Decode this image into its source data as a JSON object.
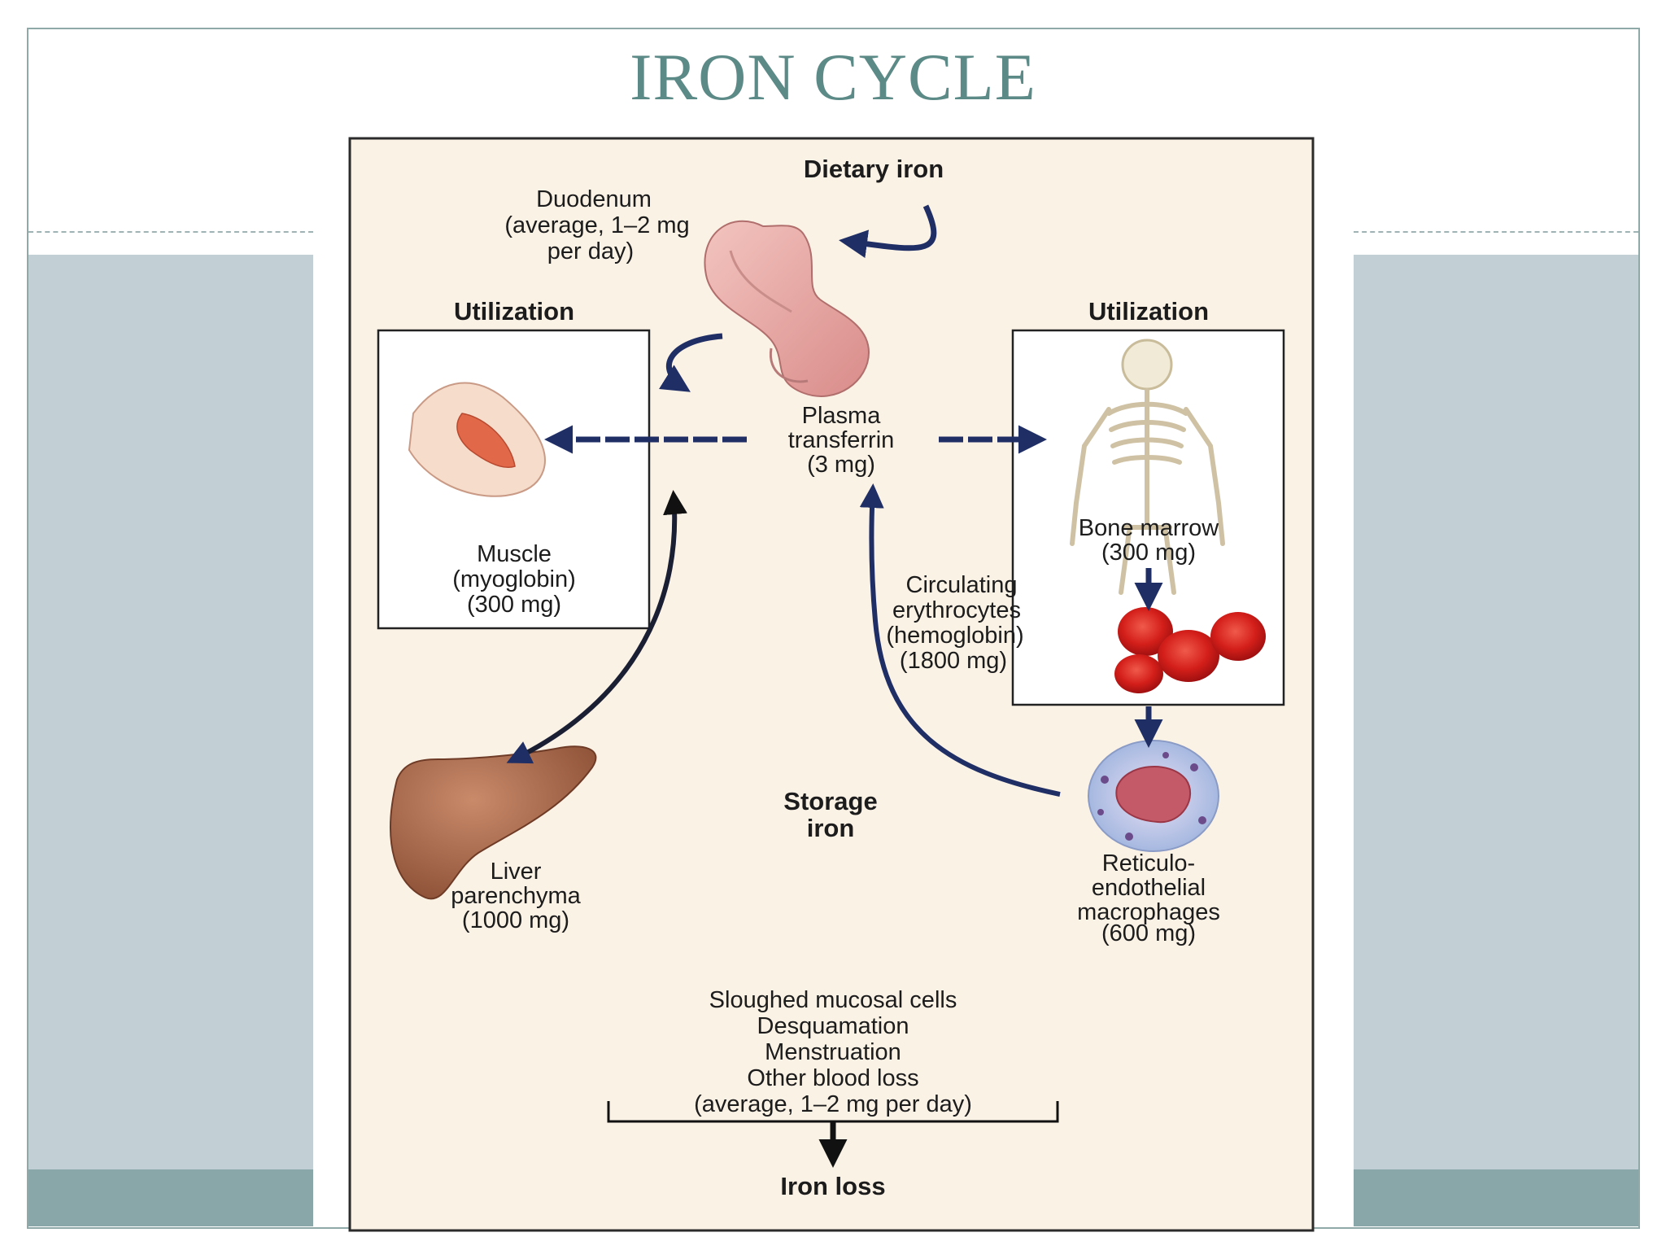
{
  "slide": {
    "title": "IRON CYCLE"
  },
  "diagram": {
    "dietary_iron": "Dietary iron",
    "duodenum": [
      "Duodenum",
      "(average, 1–2 mg",
      "per day)"
    ],
    "utilization_left": "Utilization",
    "utilization_right": "Utilization",
    "plasma_transferrin": [
      "Plasma",
      "transferrin",
      "(3 mg)"
    ],
    "muscle": [
      "Muscle",
      "(myoglobin)",
      "(300 mg)"
    ],
    "bone_marrow": [
      "Bone marrow",
      "(300 mg)"
    ],
    "circulating_erythrocytes": [
      "Circulating",
      "erythrocytes",
      "(hemoglobin)",
      "(1800 mg)"
    ],
    "storage_iron": [
      "Storage",
      "iron"
    ],
    "liver": [
      "Liver",
      "parenchyma",
      "(1000 mg)"
    ],
    "macrophages": [
      "Reticulo-",
      "endothelial",
      "macrophages",
      "(600 mg)"
    ],
    "losses": [
      "Sloughed mucosal cells",
      "Desquamation",
      "Menstruation",
      "Other blood loss",
      "(average, 1–2 mg per day)"
    ],
    "iron_loss": "Iron loss"
  },
  "colors": {
    "title": "#5c8a87",
    "panel_bg": "#fbf2e6",
    "arrow_navy": "#1f2f66",
    "band": "#c2cfd5",
    "footer": "#89a6a8"
  }
}
